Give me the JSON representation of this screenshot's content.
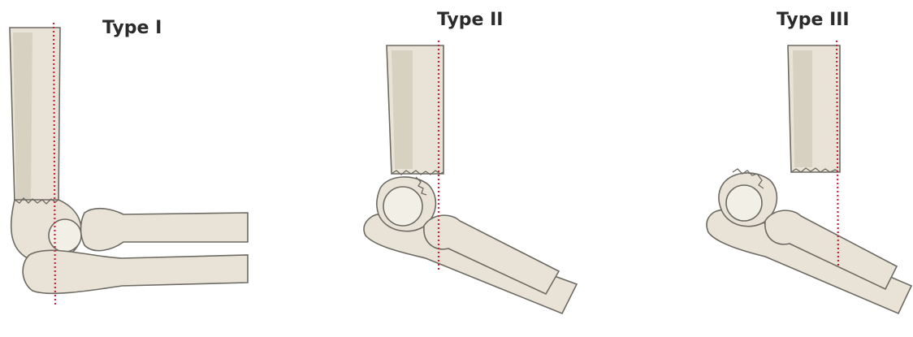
{
  "diagram": {
    "panels": [
      {
        "title": "Type I"
      },
      {
        "title": "Type II"
      },
      {
        "title": "Type III"
      }
    ]
  }
}
